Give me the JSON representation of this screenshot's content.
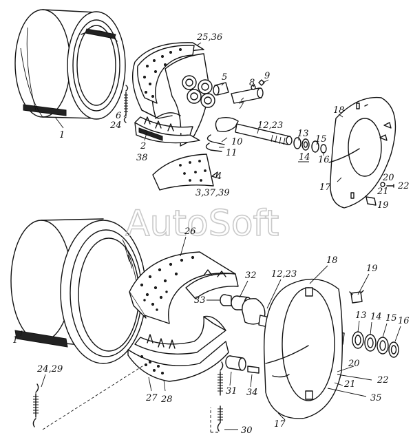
{
  "watermark": "AutoSoft",
  "labels": {
    "top": {
      "drum": "1",
      "shoe": "2",
      "shoe_sub": "38",
      "lining_set": "3,37,39",
      "lining_arrow": "4",
      "roller": "5",
      "spring": "6",
      "spring_sub": "24",
      "axle": "7",
      "grease": "8",
      "plug": "9",
      "clip": "10",
      "pin": "11",
      "camshaft": "12,23",
      "ring": "13",
      "washer": "14",
      "seal": "15",
      "circlip": "16",
      "plate_a": "17",
      "plate_b": "18",
      "bracket": "19",
      "bolt": "20",
      "nut": "21",
      "washer_b": "22",
      "shoe_assy": "25,36"
    },
    "bottom": {
      "drum": "1",
      "camshaft": "12,23",
      "ring": "13",
      "washer": "14",
      "seal": "15",
      "circlip": "16",
      "plate_a": "17",
      "plate_b": "18",
      "bracket": "19",
      "bolt": "20",
      "nut": "21",
      "washer_b": "22",
      "spring": "24,29",
      "shoe_upper": "26",
      "shoe_lower_a": "27",
      "shoe_lower_b": "28",
      "spring_b": "30",
      "roller": "31",
      "bushing_a": "32",
      "bushing_b": "33",
      "pin": "34",
      "screw": "35"
    }
  }
}
